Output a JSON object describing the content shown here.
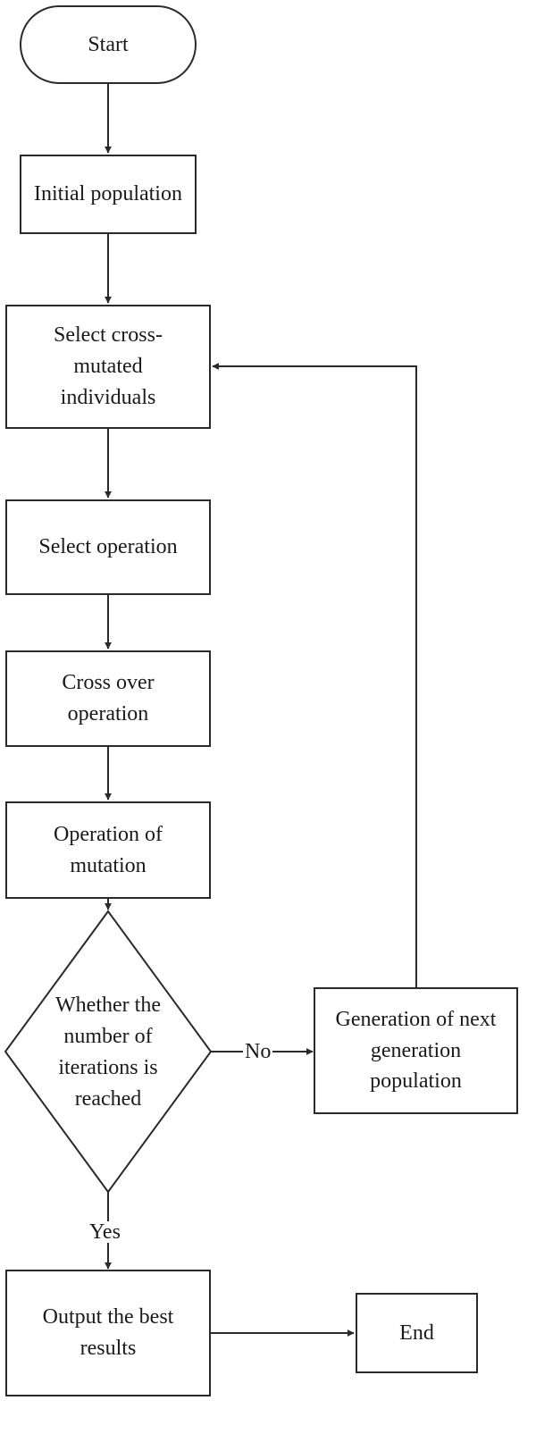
{
  "nodes": {
    "start": "Start",
    "initial_population": "Initial population",
    "select_cross_mutated": "Select cross-mutated individuals",
    "select_operation": "Select operation",
    "cross_over": "Cross over operation",
    "mutation": "Operation of mutation",
    "decision": "Whether the number of iterations is reached",
    "next_generation": "Generation of next generation population",
    "output": "Output the best results",
    "end": "End"
  },
  "edges": {
    "no_label": "No",
    "yes_label": "Yes"
  }
}
